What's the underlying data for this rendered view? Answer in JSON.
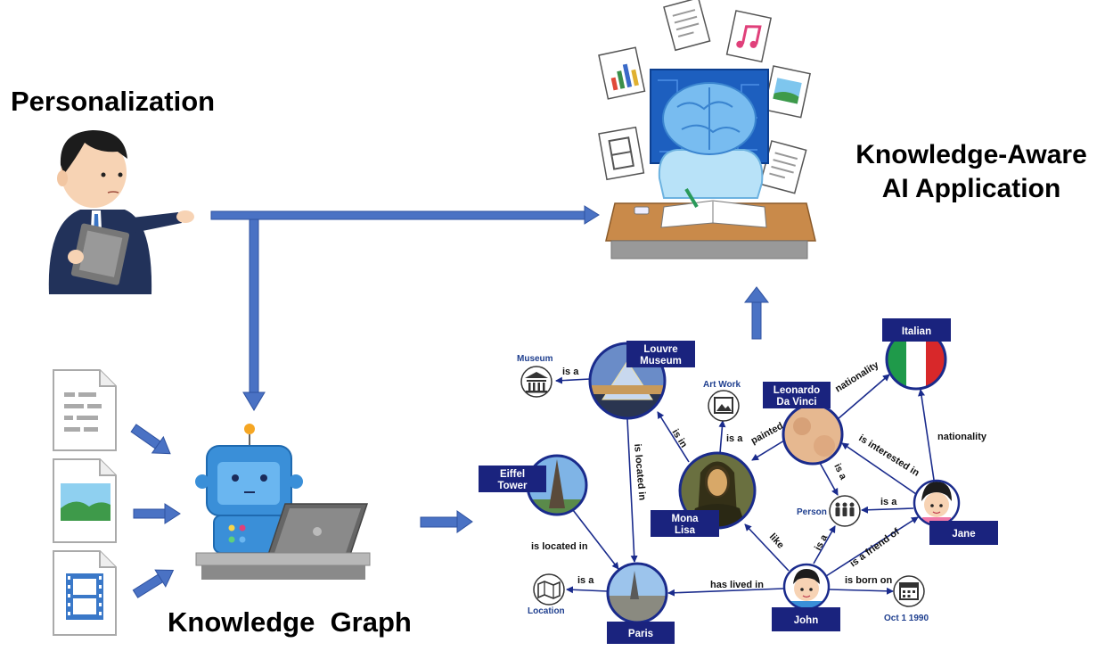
{
  "titles": {
    "personalization": "Personalization",
    "knowledge_aware_line1": "Knowledge-Aware",
    "knowledge_aware_line2": "AI Application",
    "knowledge_graph": "Knowledge  Graph"
  },
  "entities": {
    "louvre": [
      "Louvre",
      "Museum"
    ],
    "leonardo": [
      "Leonardo",
      "Da Vinci"
    ],
    "italian": [
      "Italian"
    ],
    "eiffel": [
      "Eiffel",
      "Tower"
    ],
    "mona": [
      "Mona",
      "Lisa"
    ],
    "jane": [
      "Jane"
    ],
    "paris": [
      "Paris"
    ],
    "john": [
      "John"
    ]
  },
  "types": {
    "museum": "Museum",
    "artwork": "Art Work",
    "person": "Person",
    "location": "Location",
    "date": "Oct 1 1990"
  },
  "relations": {
    "louvre_museum": "is a",
    "mona_louvre": "is in",
    "mona_artwork": "is a",
    "leonardo_mona": "painted",
    "leonardo_italian": "nationality",
    "leonardo_person": "is a",
    "jane_leonardo": "is interested in",
    "jane_italian": "nationality",
    "jane_person": "is a",
    "louvre_paris": "is located in",
    "eiffel_paris": "is located in",
    "paris_location": "is a",
    "john_paris": "has lived in",
    "john_mona": "like",
    "john_person": "is a",
    "john_jane": "is a friend of",
    "john_date": "is born on"
  }
}
